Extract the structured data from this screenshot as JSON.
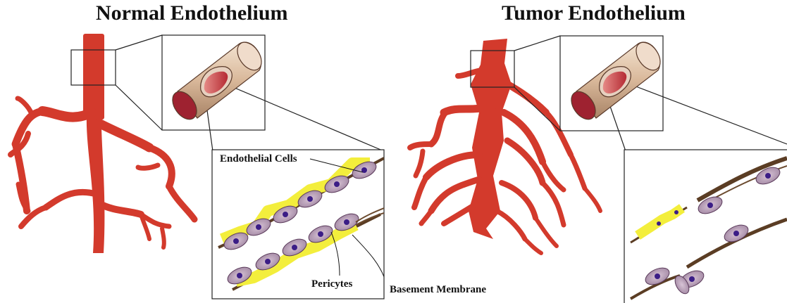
{
  "titles": {
    "normal": "Normal Endothelium",
    "tumor": "Tumor Endothelium"
  },
  "labels": {
    "endothelial_cells": "Endothelial Cells",
    "pericytes": "Pericytes",
    "basement_membrane": "Basement Membrane"
  },
  "colors": {
    "vessel": "#d33a2c",
    "tube_outer": "#e4c8ad",
    "lumen": "#c8343a",
    "cell": "#b8a0b6",
    "nucleus": "#3b1d86",
    "pericyte": "#f3ee3c",
    "membrane": "#6b4a2e"
  }
}
